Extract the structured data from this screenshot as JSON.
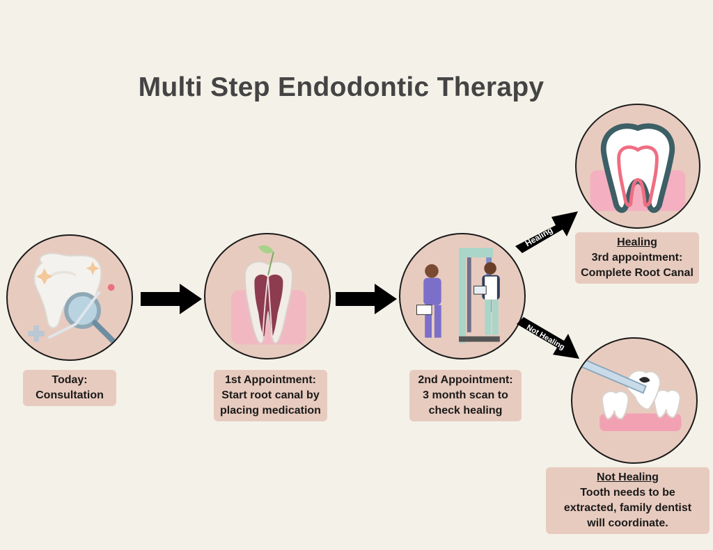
{
  "title": "Multi Step Endodontic Therapy",
  "steps": [
    {
      "lines": [
        "Today:",
        "Consultation"
      ],
      "icon": "tooth-magnifier-icon"
    },
    {
      "lines": [
        "1st Appointment:",
        "Start root canal by",
        "placing medication"
      ],
      "icon": "tooth-cross-section-icon"
    },
    {
      "lines": [
        "2nd Appointment:",
        "3 month scan to",
        "check healing"
      ],
      "icon": "dental-scan-icon"
    }
  ],
  "outcomes": {
    "healing": {
      "arrow_label": "Healing",
      "heading": "Healing",
      "lines": [
        "3rd appointment:",
        "Complete Root Canal"
      ],
      "icon": "healthy-tooth-icon"
    },
    "not_healing": {
      "arrow_label": "Not Healing",
      "heading": "Not Healing",
      "lines": [
        "Tooth needs to be",
        "extracted, family dentist",
        "will coordinate."
      ],
      "icon": "tooth-extraction-icon"
    }
  },
  "colors": {
    "background": "#f4f1e8",
    "circle_fill": "#e8cbbf",
    "label_fill": "#e8cbbf",
    "arrow": "#000000",
    "title": "#444444"
  }
}
